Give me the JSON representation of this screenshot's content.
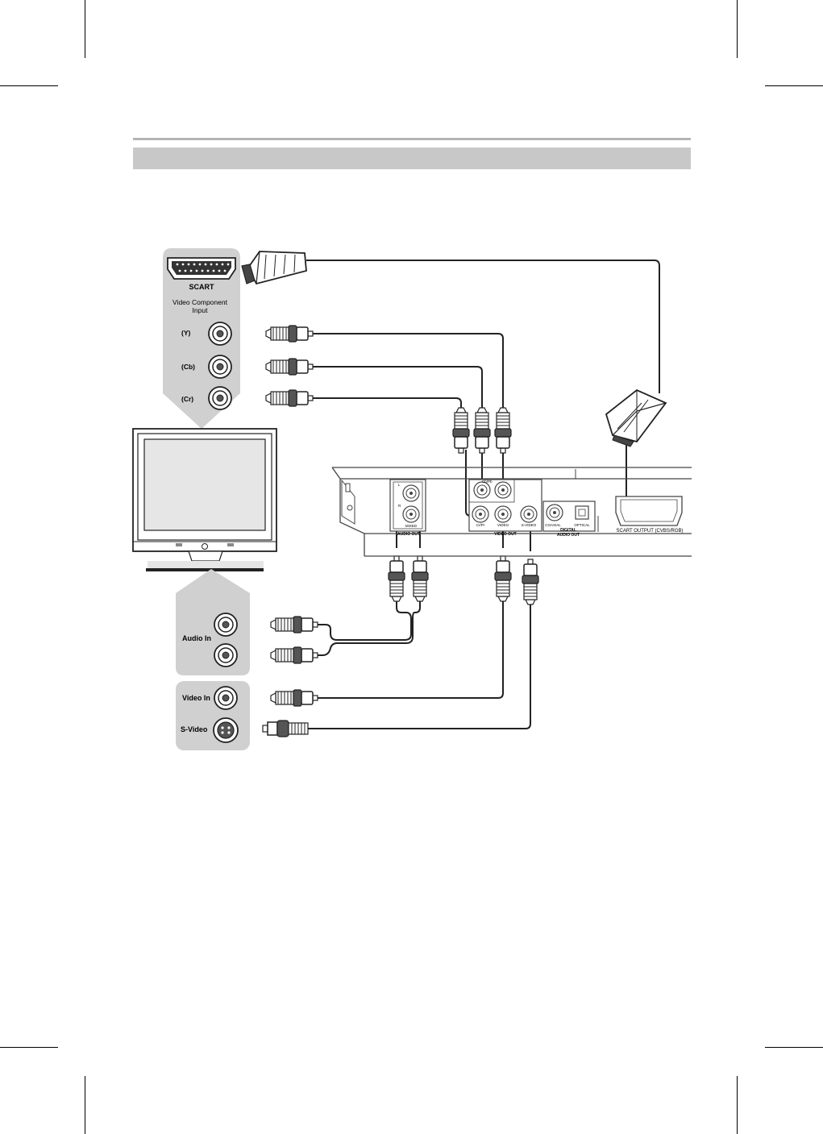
{
  "tv_panel": {
    "scart_label": "SCART",
    "component_label_1": "Video Component",
    "component_label_2": "Input",
    "y_label": "(Y)",
    "cb_label": "(Cb)",
    "cr_label": "(Cr)",
    "audio_in_label": "Audio In",
    "video_in_label": "Video In",
    "svideo_label": "S-Video"
  },
  "player_panel": {
    "audio_l": "L",
    "audio_r": "R",
    "audio_out_label": "AUDIO OUT",
    "audio_mixed_label": "MIXED",
    "cb_pb_label": "Cb/Pb",
    "cr_pr_label": "Cr/Pr",
    "video_port_label": "VIDEO",
    "svideo_port_label": "S-VIDEO",
    "video_out_label": "VIDEO OUT",
    "coaxial_label": "COAXIAL",
    "optical_label": "OPTICAL",
    "digital_audio_label_1": "DIGITAL",
    "digital_audio_label_2": "AUDIO OUT",
    "scart_output_label": "SCART OUTPUT (CVBS/RGB)"
  },
  "colors": {
    "panel_gray": "#d0d0d0",
    "header_bar": "#c8c8c8",
    "rule": "#b4b4b4",
    "line": "#222222"
  }
}
